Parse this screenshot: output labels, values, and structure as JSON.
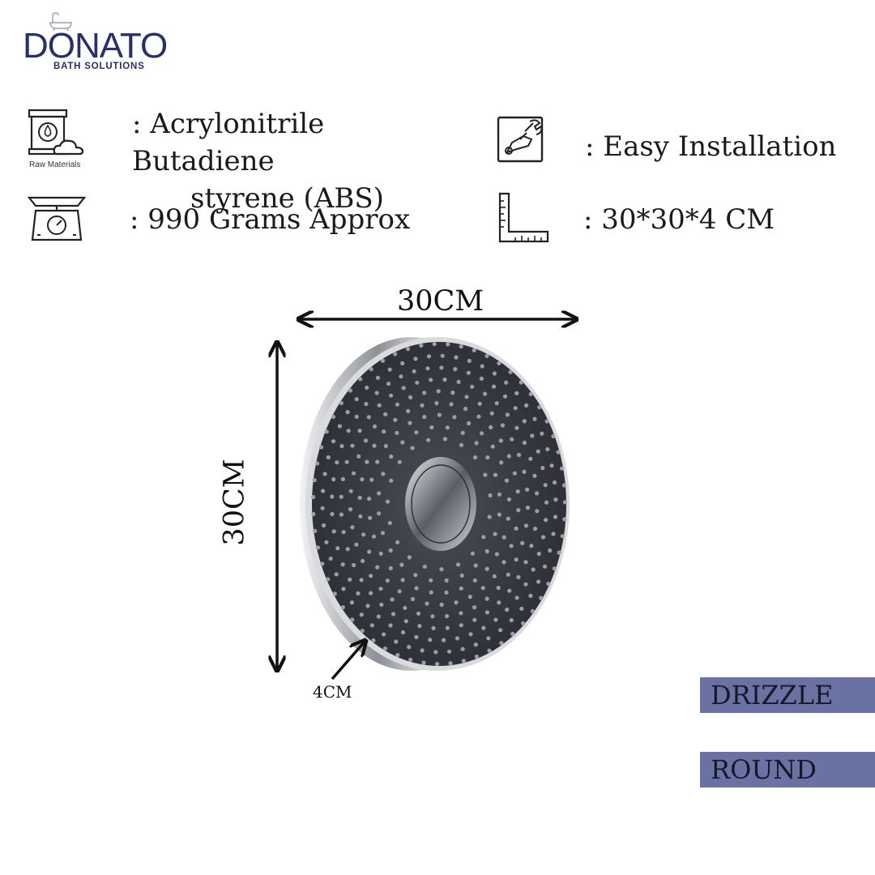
{
  "brand": {
    "name": "DONATO",
    "tagline": "BATH SOLUTIONS"
  },
  "specs": {
    "material": {
      "icon": "raw-materials-icon",
      "caption": "Raw Materials",
      "line1": ": Acrylonitrile Butadiene",
      "line2": "styrene (ABS)"
    },
    "installation": {
      "icon": "wrench-hand-icon",
      "text": ": Easy Installation"
    },
    "weight": {
      "icon": "weighing-scale-icon",
      "text": ": 990 Grams Approx"
    },
    "dimensions": {
      "icon": "l-ruler-icon",
      "text": ": 30*30*4 CM"
    }
  },
  "product_dimensions": {
    "width_label": "30CM",
    "height_label": "30CM",
    "depth_label": "4CM"
  },
  "tags": [
    "DRIZZLE",
    "ROUND"
  ],
  "colors": {
    "brand": "#27306a",
    "tag_bg": "#6a72a3",
    "shower_face": "#3a3d44",
    "chrome": "#c9ccd1"
  }
}
